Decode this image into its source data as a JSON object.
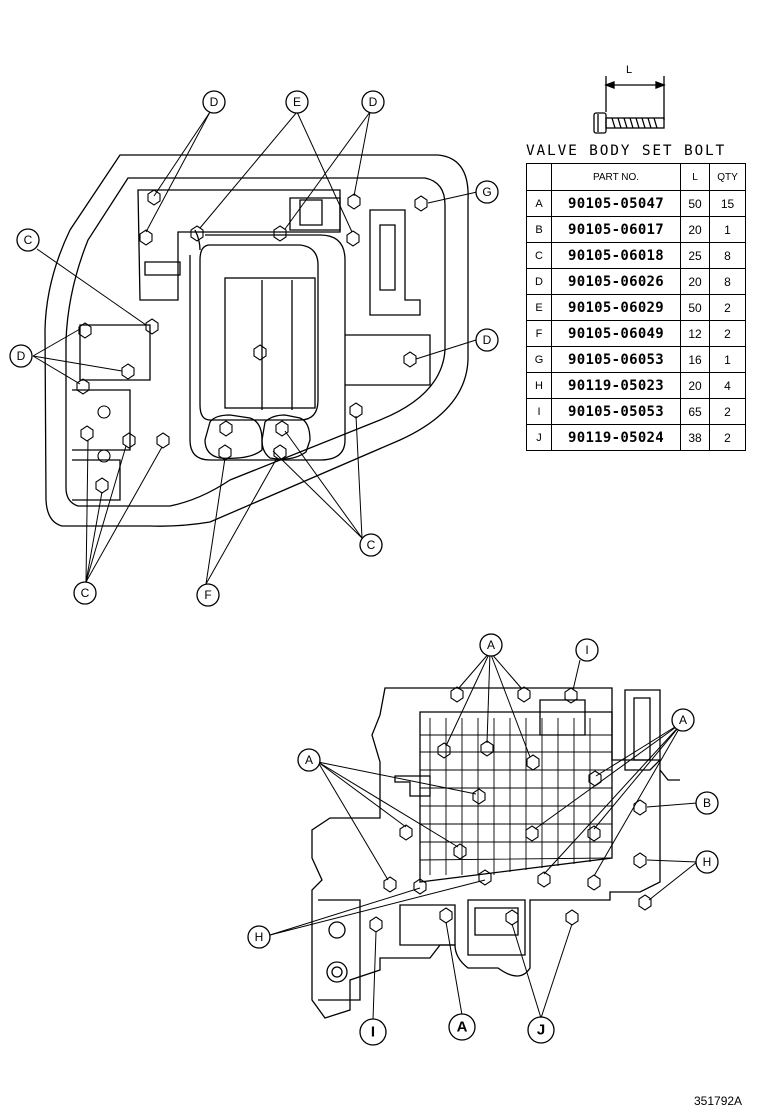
{
  "table": {
    "title": "VALVE BODY SET BOLT",
    "headers": {
      "code": "",
      "part_no": "PART NO.",
      "length": "L",
      "qty": "QTY"
    },
    "rows": [
      {
        "code": "A",
        "part_no": "90105-05047",
        "length": "50",
        "qty": "15"
      },
      {
        "code": "B",
        "part_no": "90105-06017",
        "length": "20",
        "qty": "1"
      },
      {
        "code": "C",
        "part_no": "90105-06018",
        "length": "25",
        "qty": "8"
      },
      {
        "code": "D",
        "part_no": "90105-06026",
        "length": "20",
        "qty": "8"
      },
      {
        "code": "E",
        "part_no": "90105-06029",
        "length": "50",
        "qty": "2"
      },
      {
        "code": "F",
        "part_no": "90105-06049",
        "length": "12",
        "qty": "2"
      },
      {
        "code": "G",
        "part_no": "90105-06053",
        "length": "16",
        "qty": "1"
      },
      {
        "code": "H",
        "part_no": "90119-05023",
        "length": "20",
        "qty": "4"
      },
      {
        "code": "I",
        "part_no": "90105-05053",
        "length": "65",
        "qty": "2"
      },
      {
        "code": "J",
        "part_no": "90119-05024",
        "length": "38",
        "qty": "2"
      }
    ]
  },
  "bolt_dimension_label": "L",
  "figure_code": "351792A",
  "upper_view_callouts": [
    "D",
    "E",
    "D",
    "G",
    "C",
    "D",
    "D",
    "C",
    "C",
    "F"
  ],
  "lower_view_callouts": [
    "A",
    "I",
    "A",
    "A",
    "B",
    "H",
    "H",
    "I",
    "A",
    "J"
  ]
}
